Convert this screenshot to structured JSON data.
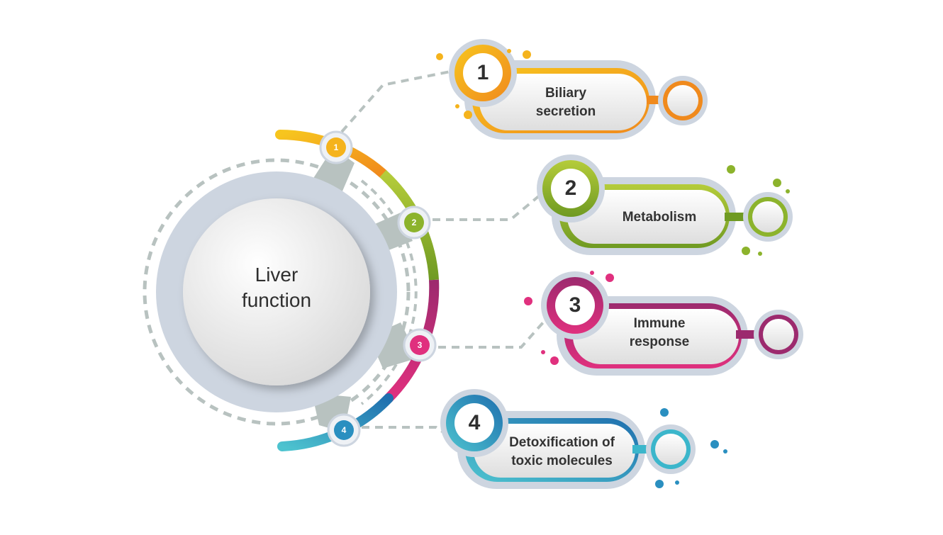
{
  "center": {
    "line1": "Liver",
    "line2": "function"
  },
  "steps": [
    {
      "number": "1",
      "label_line1": "Biliary",
      "label_line2": "secretion",
      "color": "#f5b31c",
      "color_dark": "#f08a1d"
    },
    {
      "number": "2",
      "label_line1": "Metabolism",
      "label_line2": "",
      "color": "#8cb32c",
      "color_dark": "#6f9a22"
    },
    {
      "number": "3",
      "label_line1": "Immune",
      "label_line2": "response",
      "color": "#e0307e",
      "color_dark": "#a0286f"
    },
    {
      "number": "4",
      "label_line1": "Detoxification of",
      "label_line2": "toxic molecules",
      "color": "#3bb6cb",
      "color_dark": "#1f6fae"
    }
  ],
  "colors": {
    "ring": "#cdd5e0",
    "connector": "#b8c2c0",
    "bubble_fill": "#efefef"
  }
}
